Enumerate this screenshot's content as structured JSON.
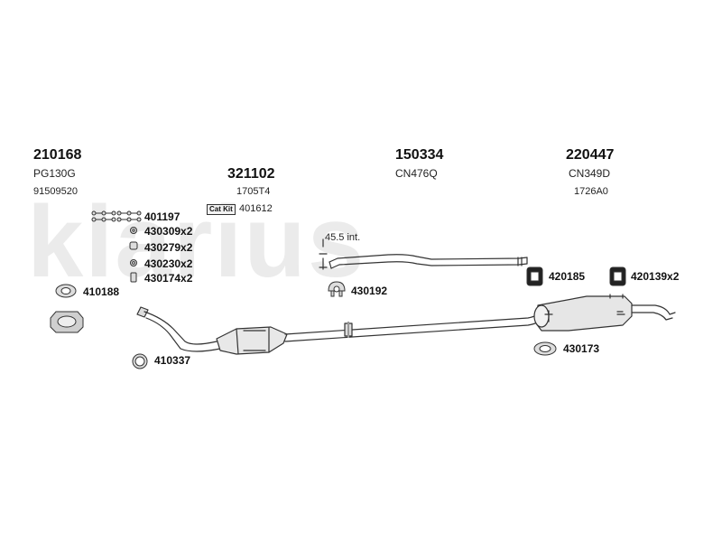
{
  "watermark": "klarius",
  "parts": {
    "front_pipe": {
      "number": "210168",
      "ref1": "PG130G",
      "ref2": "91509520"
    },
    "catalyst": {
      "number": "321102",
      "ref1": "1705T4",
      "cat_kit_badge": "Cat Kit",
      "cat_kit_number": "401612"
    },
    "center_pipe": {
      "number": "150334",
      "ref1": "CN476Q",
      "note": "45.5 int."
    },
    "rear_box": {
      "number": "220447",
      "ref1": "CN349D",
      "ref2": "1726A0"
    }
  },
  "fittings": [
    {
      "label": "401197",
      "icon": "bolt-set-icon"
    },
    {
      "label": "430309x2",
      "icon": "nut-icon"
    },
    {
      "label": "430279x2",
      "icon": "spring-icon"
    },
    {
      "label": "430230x2",
      "icon": "washer-icon"
    },
    {
      "label": "430174x2",
      "icon": "stud-icon"
    }
  ],
  "other_fittings": {
    "flange_gasket": {
      "label": "410188",
      "icon": "gasket-icon"
    },
    "ring_seal": {
      "label": "410337",
      "icon": "ring-seal-icon"
    },
    "center_clamp": {
      "label": "430192",
      "icon": "clamp-icon"
    },
    "rubber_mount_1": {
      "label": "420185",
      "icon": "rubber-mount-icon"
    },
    "rubber_mount_2": {
      "label": "420139x2",
      "icon": "rubber-mount-icon"
    },
    "rear_clamp": {
      "label": "430173",
      "icon": "clamp-icon"
    }
  }
}
